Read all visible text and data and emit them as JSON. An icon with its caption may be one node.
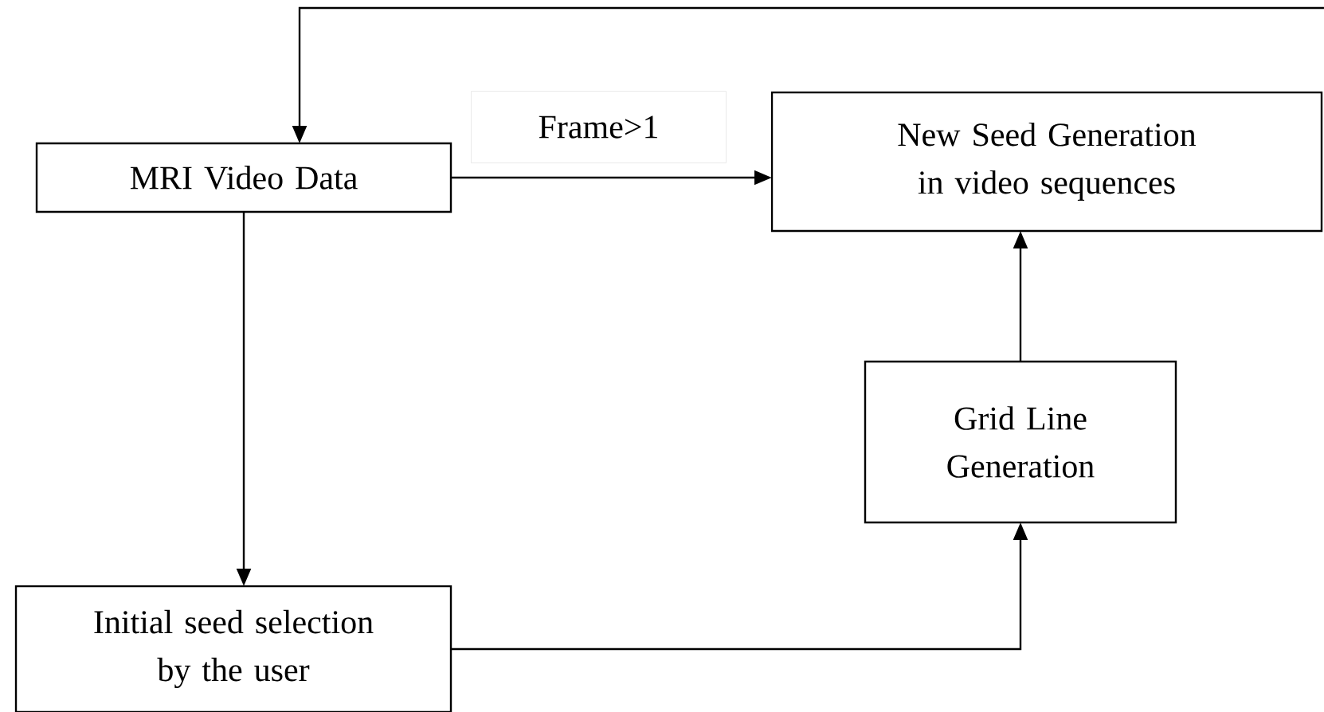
{
  "diagram": {
    "nodes": [
      {
        "text": [
          "MRI Video Data"
        ]
      },
      {
        "text": [
          "New Seed Generation in video sequences"
        ]
      },
      {
        "text": [
          "Grid Line Generation"
        ]
      },
      {
        "text": [
          "Initial seed selection by the user"
        ]
      }
    ],
    "edges": [
      {
        "from": 0,
        "to": 1,
        "arrow": "to",
        "label": "Frame>1"
      },
      {
        "from": 0,
        "to": 3,
        "arrow": "to"
      },
      {
        "from": 3,
        "to": 2,
        "arrow": "to"
      },
      {
        "from": 2,
        "to": 1,
        "arrow": "to"
      },
      {
        "from": null,
        "to": 0,
        "arrow": "to"
      }
    ]
  }
}
